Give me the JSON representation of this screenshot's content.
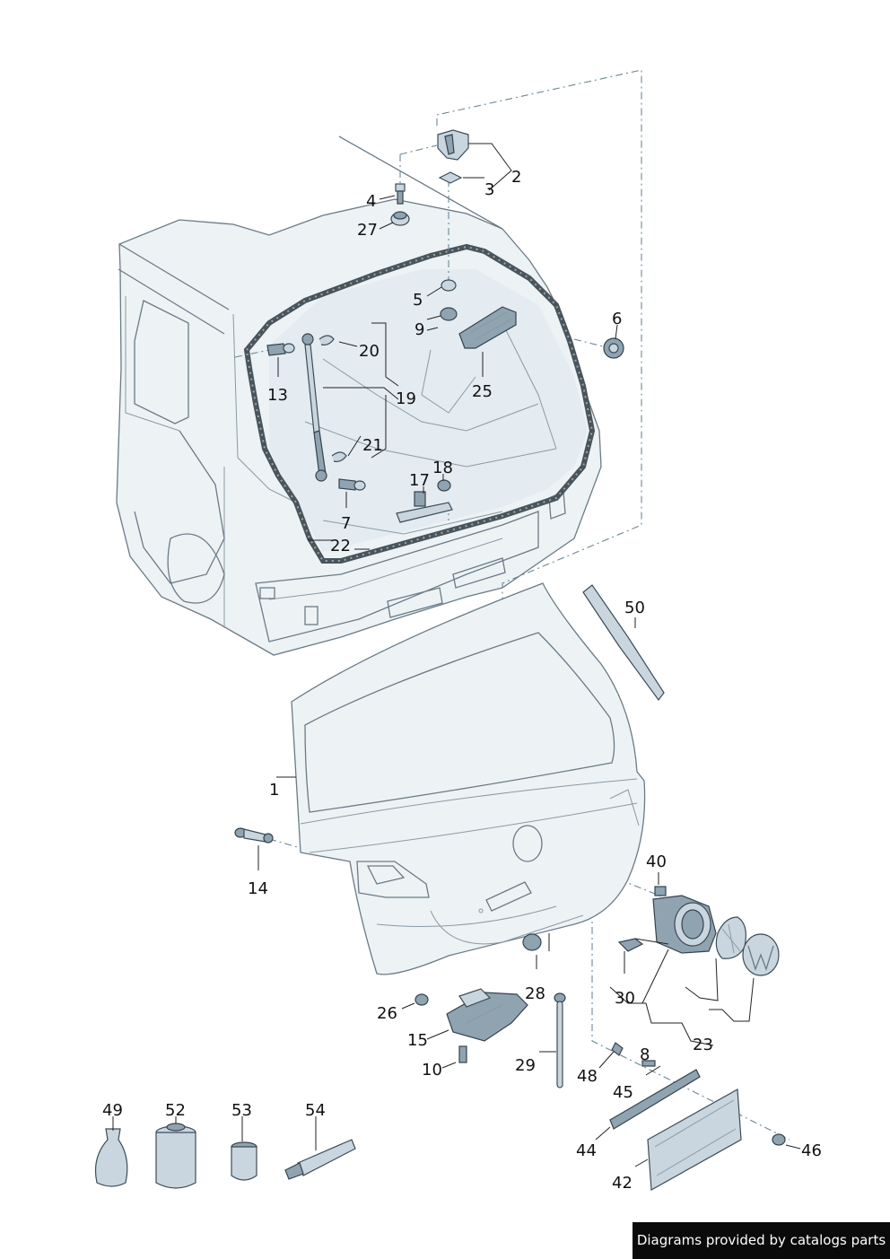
{
  "diagram": {
    "part_labels": [
      "1",
      "2",
      "3",
      "4",
      "5",
      "6",
      "7",
      "8",
      "9",
      "10",
      "13",
      "14",
      "15",
      "17",
      "18",
      "19",
      "20",
      "21",
      "22",
      "23",
      "25",
      "26",
      "27",
      "28",
      "29",
      "30",
      "40",
      "42",
      "44",
      "45",
      "46",
      "48",
      "49",
      "50",
      "52",
      "53",
      "54"
    ]
  },
  "credit": {
    "text": "Diagrams provided by catalogs parts"
  }
}
